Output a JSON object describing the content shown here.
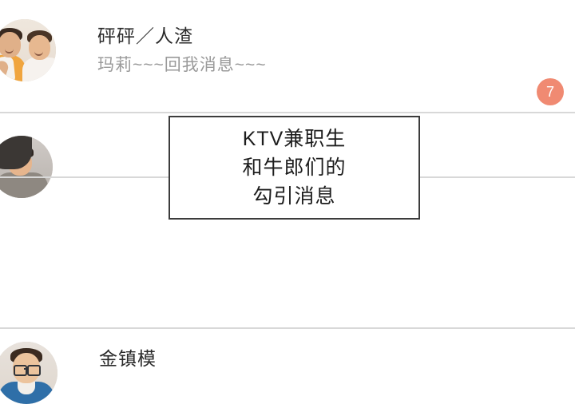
{
  "page": {
    "background_color": "#ffffff",
    "divider_color": "#d8d8d8"
  },
  "chat_list": {
    "rows": [
      {
        "avatar_name": "avatar-two-men",
        "name": "砰砰／人渣",
        "message": "玛莉~~~回我消息~~~",
        "badge": "7",
        "badge_color": "#f08a72"
      },
      {
        "avatar_name": "avatar-dark-figure",
        "name": "",
        "message": ""
      },
      {
        "avatar_name": "avatar-man-glasses",
        "name": "金镇模",
        "message": ""
      }
    ]
  },
  "caption": {
    "lines": [
      "KTV兼职生",
      "和牛郎们的",
      "勾引消息"
    ],
    "border_color": "#3c3c3c",
    "text_color": "#1d1d1d"
  }
}
